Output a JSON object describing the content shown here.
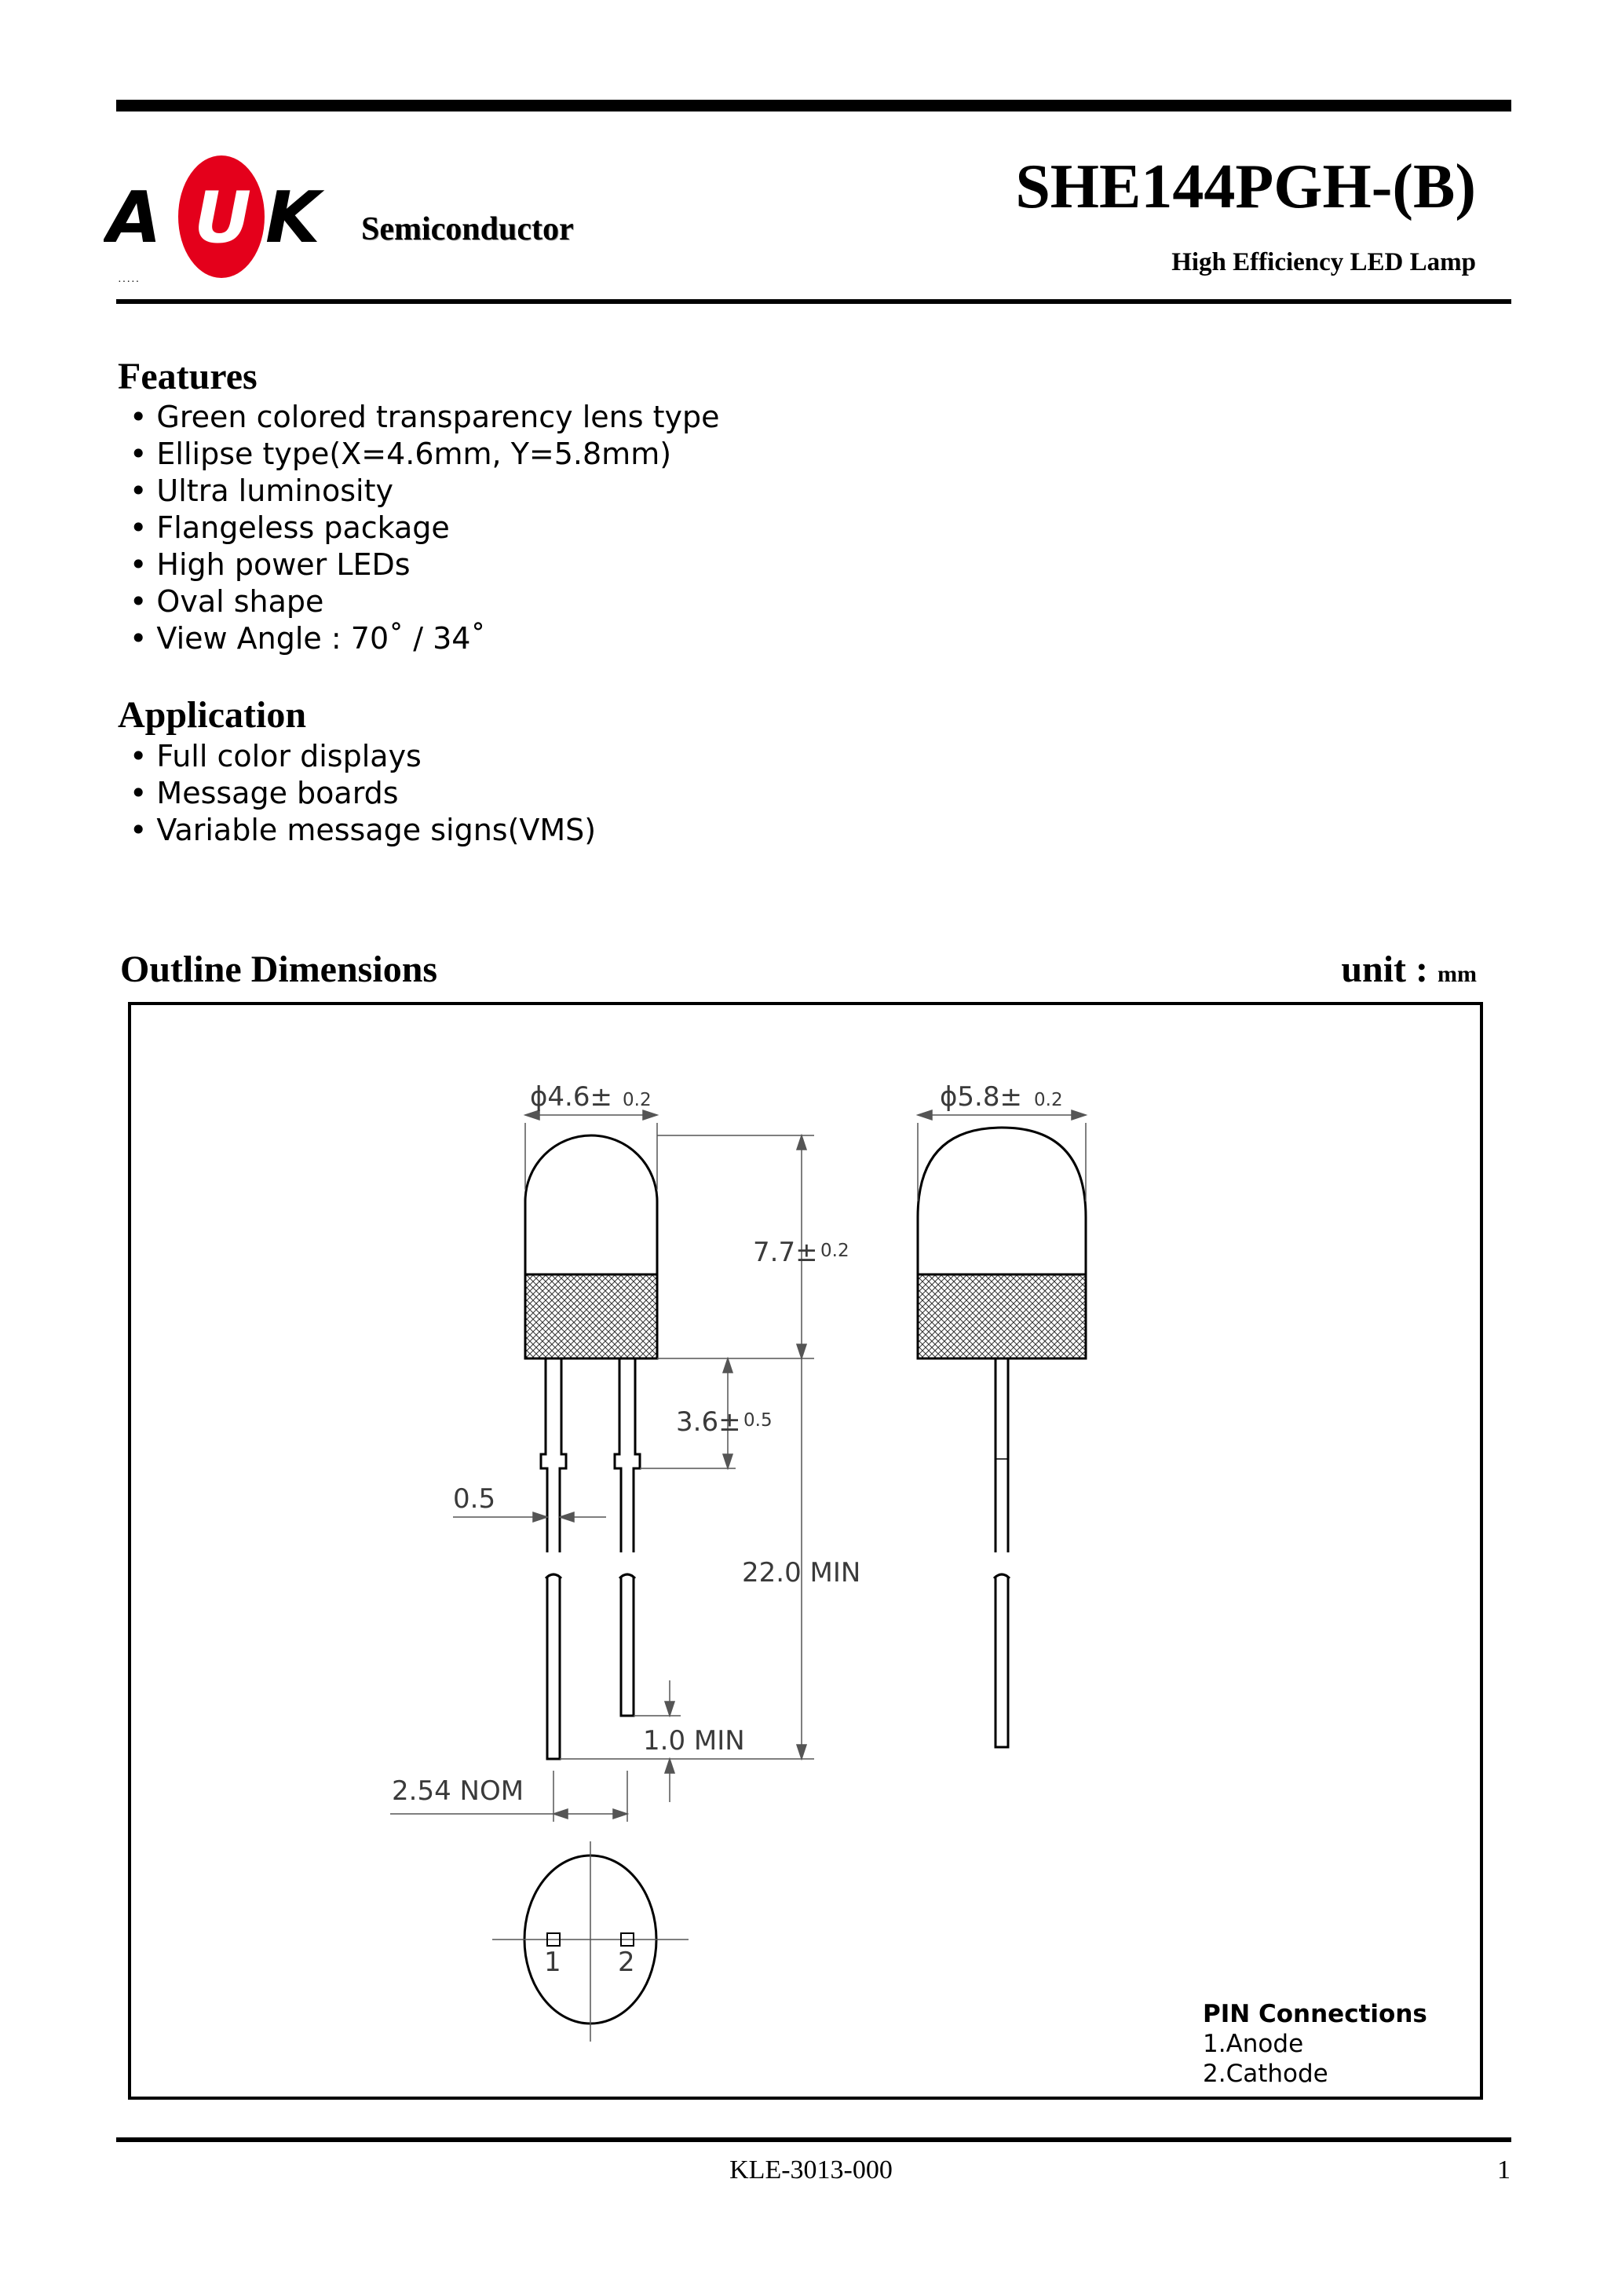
{
  "header": {
    "logo_letters": [
      "A",
      "U",
      "K"
    ],
    "logo_small_text": "·····",
    "company": "Semiconductor",
    "part_number": "SHE144PGH-(B)",
    "product_description": "High Efficiency LED Lamp"
  },
  "features": {
    "title": "Features",
    "items": [
      "Green colored transparency lens type",
      "Ellipse type(X=4.6mm, Y=5.8mm)",
      "Ultra luminosity",
      "Flangeless package",
      "High power LEDs",
      "Oval shape",
      "View Angle : 70˚ / 34˚"
    ]
  },
  "application": {
    "title": "Application",
    "items": [
      "Full color displays",
      "Message boards",
      "Variable message signs(VMS)"
    ]
  },
  "outline": {
    "title": "Outline Dimensions",
    "unit_label": "unit :",
    "unit_value": "mm",
    "dimensions": {
      "width_x": "ϕ4.6±",
      "width_x_tol": "0.2",
      "width_y": "ϕ5.8±",
      "width_y_tol": "0.2",
      "lens_height": "7.7±",
      "lens_height_tol": "0.2",
      "stopper": "3.6±",
      "stopper_tol": "0.5",
      "lead_width": "0.5",
      "lead_length": "22.0 MIN",
      "lead_offset": "1.0 MIN",
      "pitch": "2.54 NOM",
      "pin_1": "1",
      "pin_2": "2"
    },
    "pin_connections": {
      "title": "PIN Connections",
      "items": [
        "1.Anode",
        "2.Cathode"
      ]
    }
  },
  "footer": {
    "doc_number": "KLE-3013-000",
    "page": "1"
  }
}
